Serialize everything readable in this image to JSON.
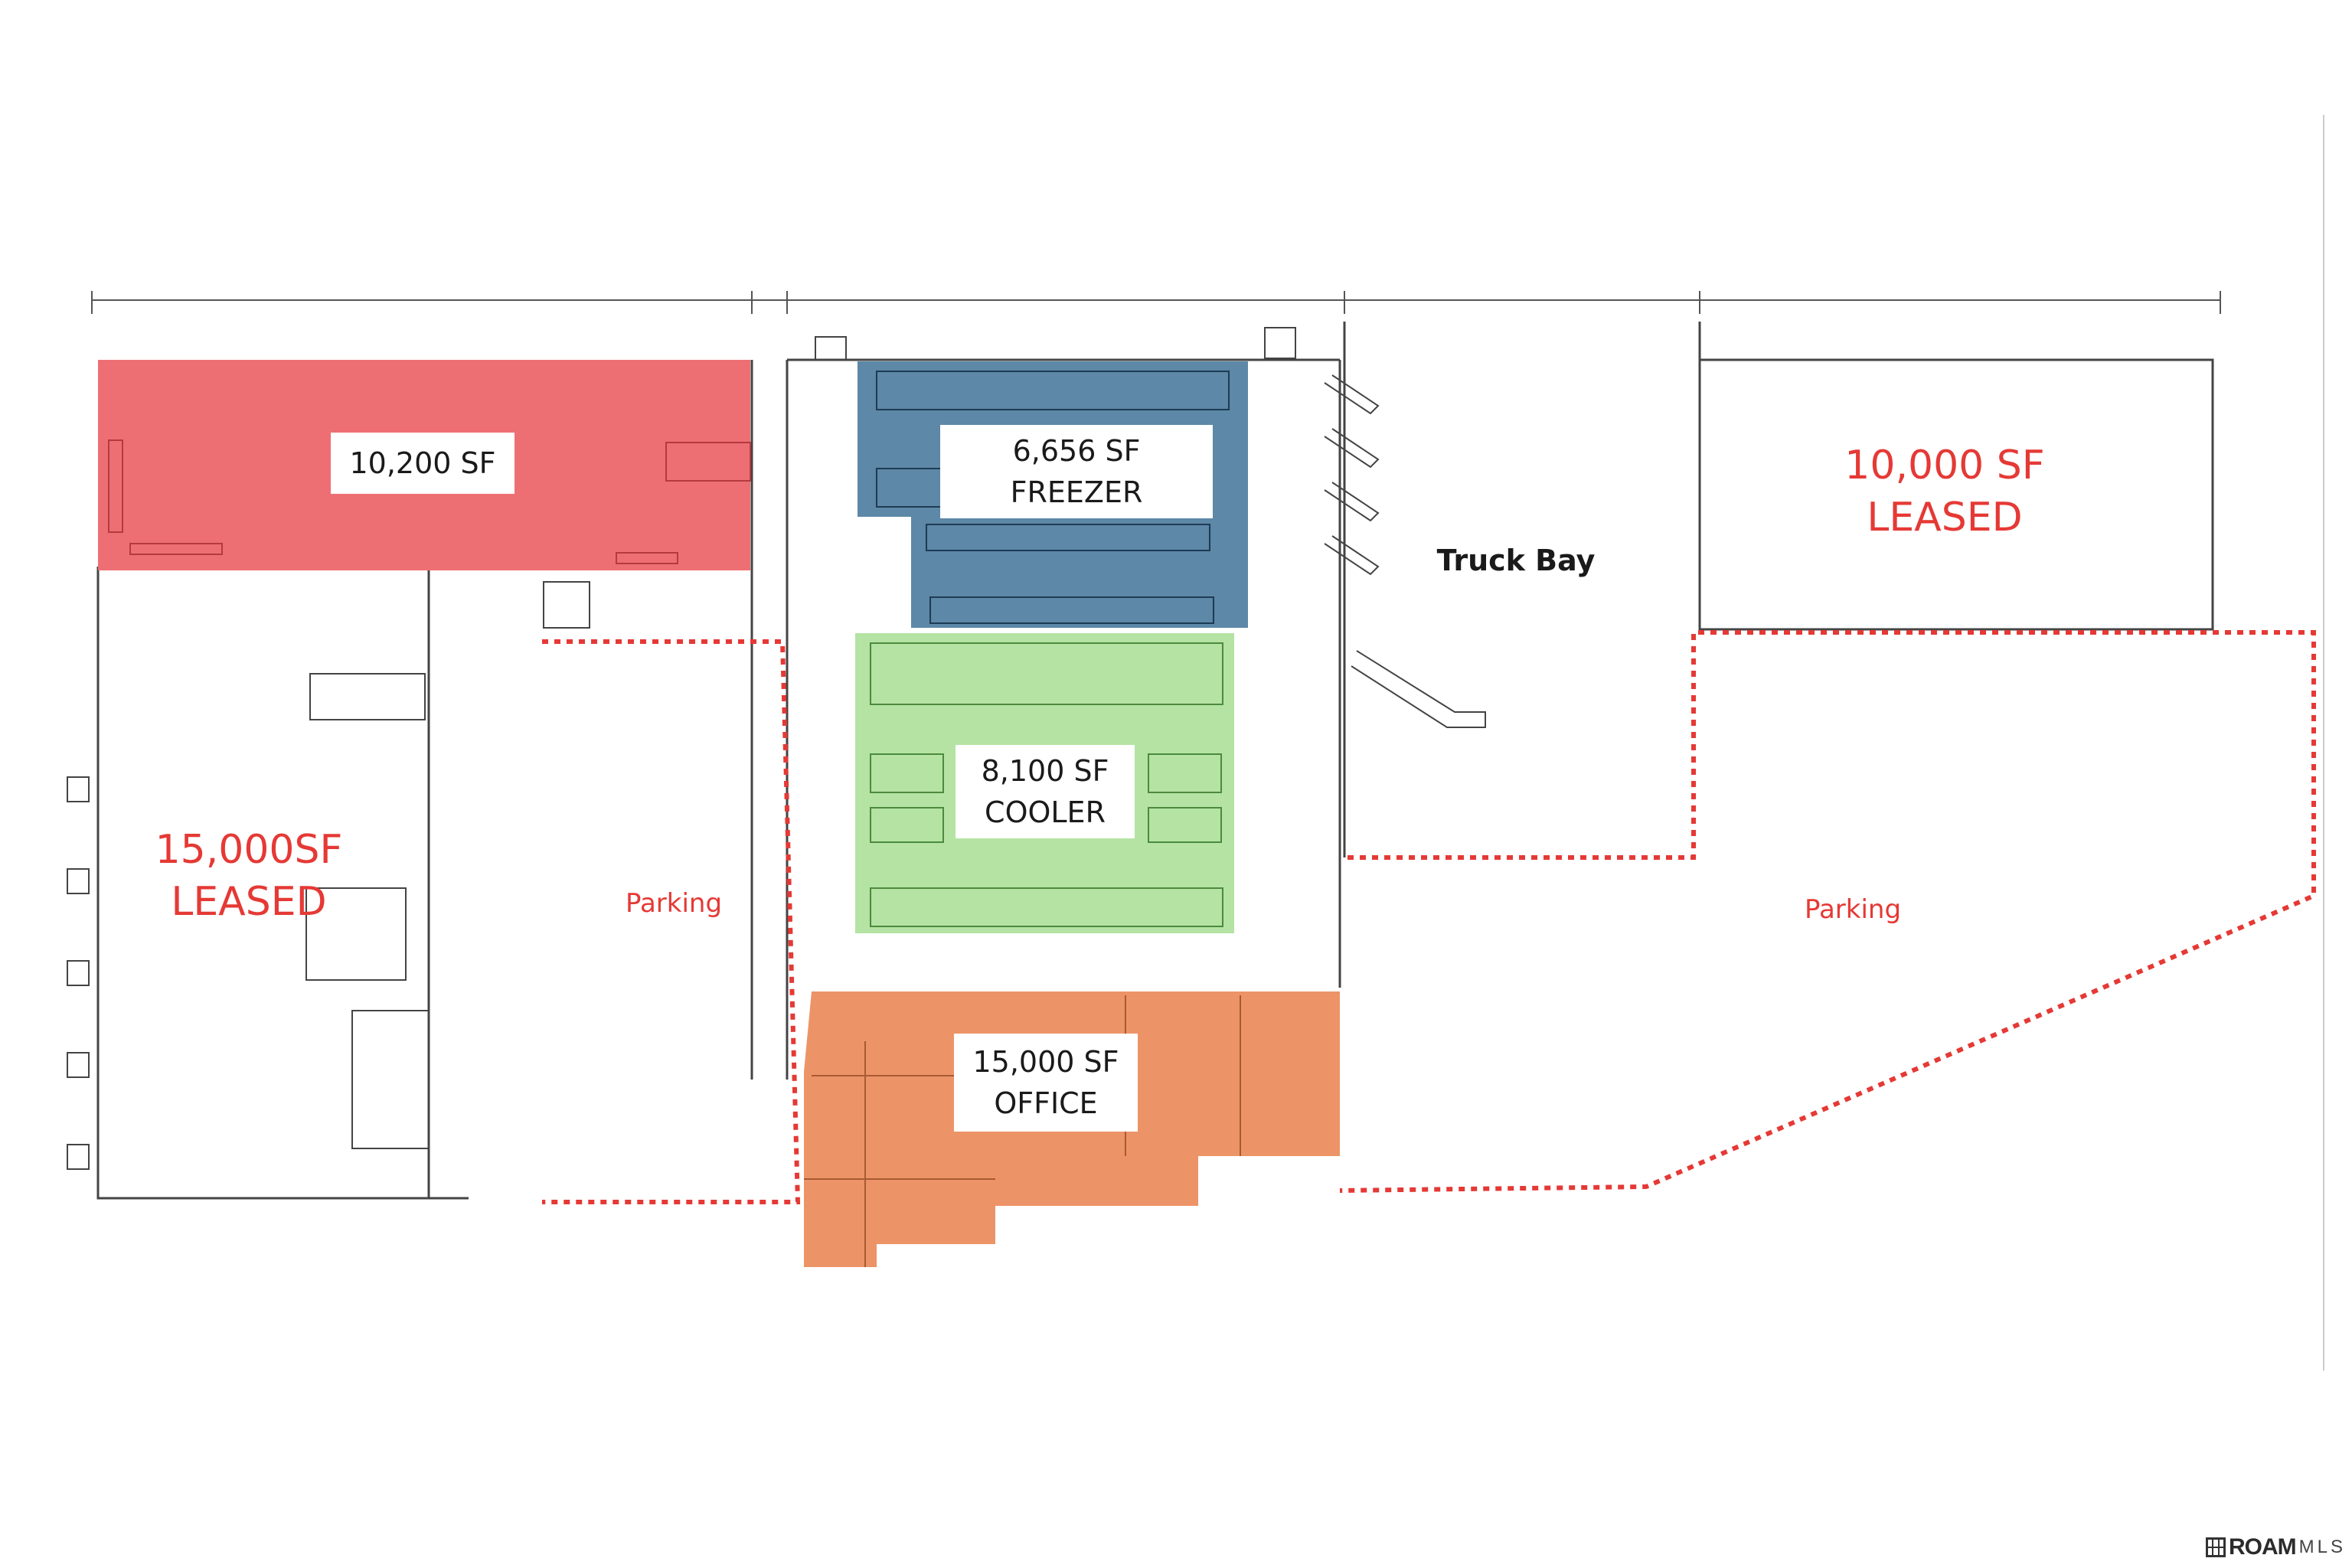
{
  "colors": {
    "red_zone": "#ee6f73",
    "blue_zone": "#5d88a7",
    "green_zone": "#b4e3a3",
    "orange_zone": "#ec9467",
    "leased_text": "#e53935",
    "parking_dash": "#e53935",
    "plan_line": "#444444"
  },
  "zones": {
    "red_area": {
      "label": "10,200 SF"
    },
    "freezer": {
      "area": "6,656 SF",
      "name": "FREEZER"
    },
    "cooler": {
      "area": "8,100 SF",
      "name": "COOLER"
    },
    "office": {
      "area": "15,000 SF",
      "name": "OFFICE"
    },
    "leased_left": {
      "area": "15,000SF",
      "status": "LEASED"
    },
    "leased_right": {
      "area": "10,000 SF",
      "status": "LEASED"
    },
    "truck_bay": {
      "label": "Truck Bay"
    },
    "parking_left": {
      "label": "Parking"
    },
    "parking_right": {
      "label": "Parking"
    }
  },
  "watermark": {
    "brand_strong": "ROAM",
    "brand_light": "MLS"
  }
}
